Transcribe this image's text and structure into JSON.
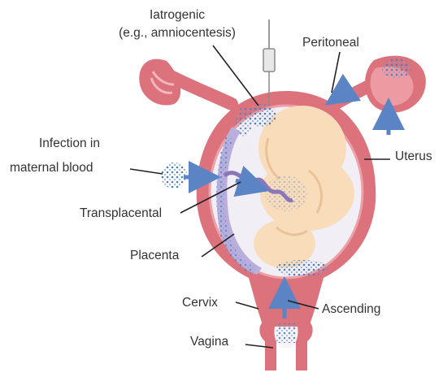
{
  "labels": {
    "iatrogenic_line1": "Iatrogenic",
    "iatrogenic_line2": "(e.g., amniocentesis)",
    "peritoneal": "Peritoneal",
    "infection_line1": "Infection in",
    "infection_line2": "maternal blood",
    "uterus": "Uterus",
    "transplacental": "Transplacental",
    "placenta": "Placenta",
    "cervix": "Cervix",
    "ascending": "Ascending",
    "vagina": "Vagina"
  },
  "colors": {
    "uterus_wall": "#dc727c",
    "uterus_wall_light": "#eda0a6",
    "cavity": "#f2f0f7",
    "fetus": "#f9ddbb",
    "placenta": "#b9aedc",
    "infection_dots": "#5a86c0",
    "arrow": "#5b84c4",
    "umbilical_cord": "#8a76b8",
    "leader_line": "#222222"
  }
}
